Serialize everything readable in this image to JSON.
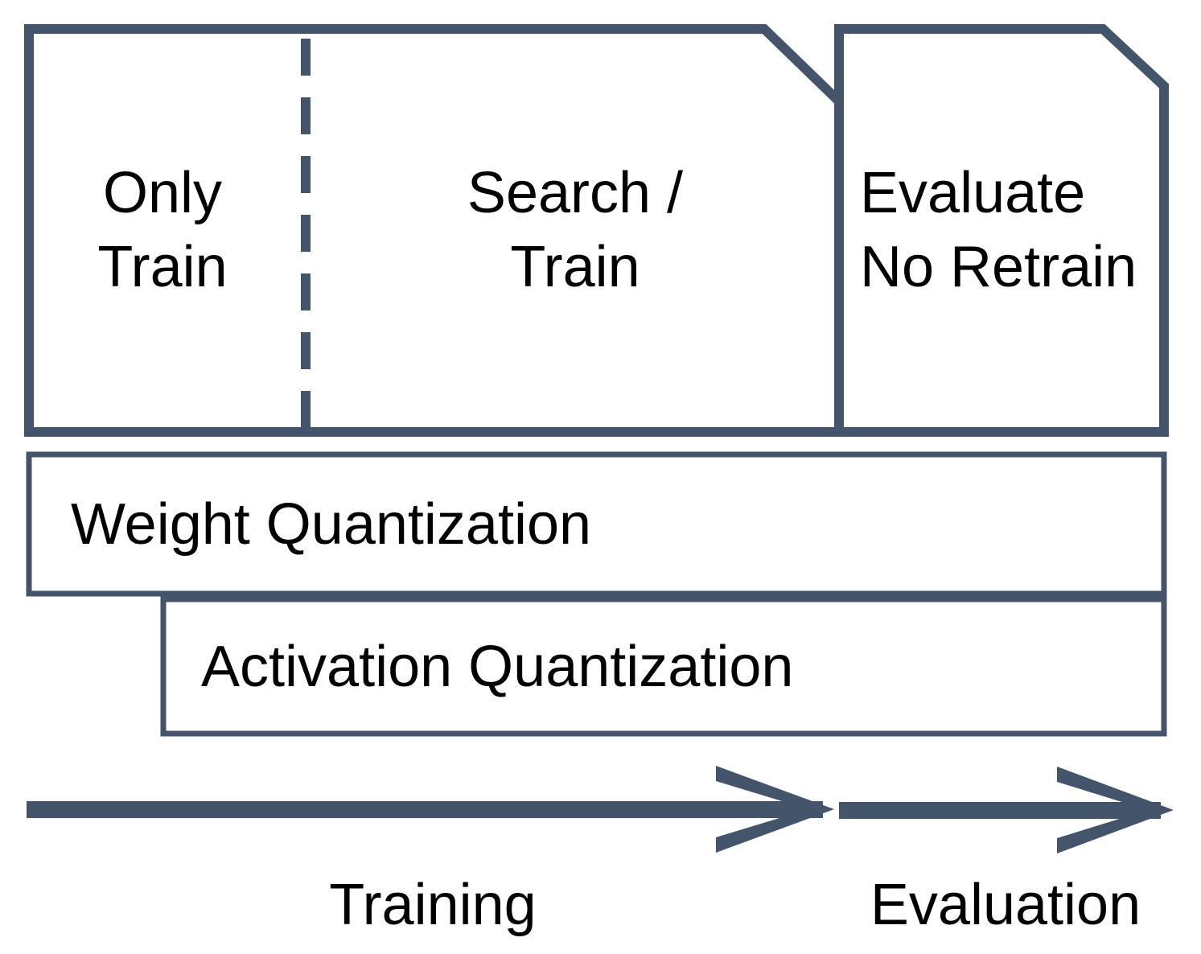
{
  "colors": {
    "outline": "#44546A",
    "text": "#000000",
    "background": "#FFFFFF"
  },
  "pipeline": {
    "train_phase_box": {
      "only_train_label": "Only\nTrain",
      "search_train_label": "Search /\nTrain"
    },
    "evaluate_phase_box": {
      "label": "Evaluate\nNo Retrain"
    },
    "quantization_bars": {
      "weight_label": "Weight Quantization",
      "activation_label": "Activation Quantization"
    },
    "timeline": {
      "training_label": "Training",
      "evaluation_label": "Evaluation"
    }
  }
}
